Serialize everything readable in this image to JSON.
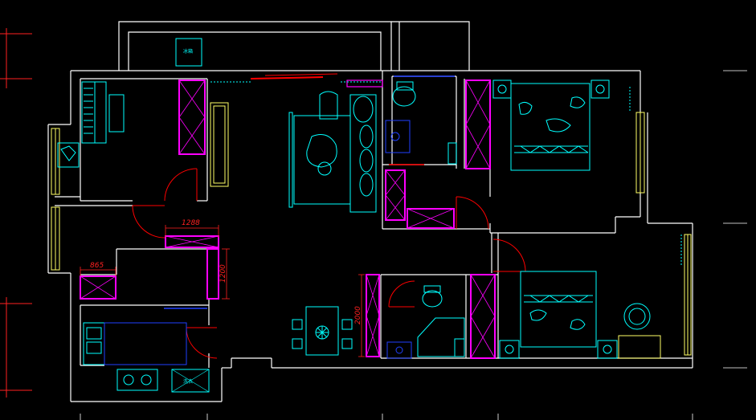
{
  "drawing": {
    "background": "#000000",
    "colors": {
      "wall": "#ffffff",
      "cabinet": "#ff00ff",
      "furniture": "#00ffff",
      "door": "#ff0000",
      "window": "#ffff66",
      "dim": "#ff2020",
      "blue": "#2040ff"
    },
    "dimensions": {
      "living_cabinet_width": "1288",
      "corridor_cabinet_width": "865",
      "corridor_cabinet_depth": "1200",
      "bathroom_cabinet_length": "2000"
    },
    "labels": {
      "tag_top": "冰箱",
      "tag_kitchen": "洗衣"
    }
  }
}
